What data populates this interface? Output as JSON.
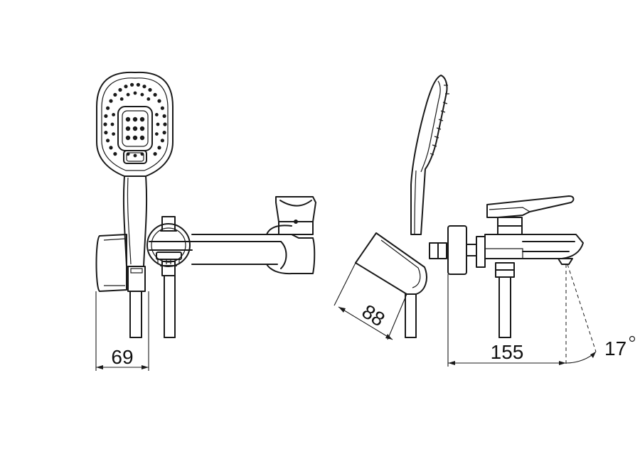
{
  "dimensions": {
    "width_front": "69",
    "holder_depth": "88",
    "spout_length": "155",
    "spout_angle": "17",
    "degree_symbol": "°"
  },
  "colors": {
    "line": "#1a1a1a",
    "background": "#ffffff"
  }
}
